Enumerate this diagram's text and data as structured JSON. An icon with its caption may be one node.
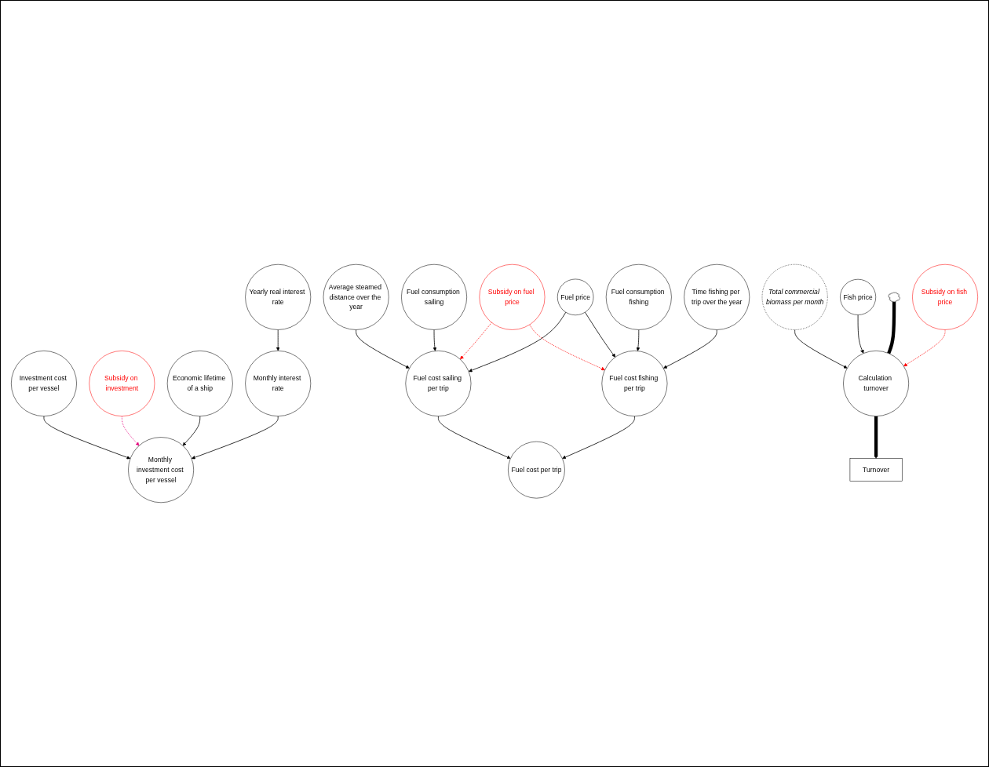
{
  "diagram": {
    "nodes": [
      {
        "text": [
          "Investment cost per vessel"
        ]
      },
      {
        "text": [
          "Subsidy on investment"
        ]
      },
      {
        "text": [
          "Economic lifetime of a ship"
        ]
      },
      {
        "text": [
          "Yearly real interest rate"
        ]
      },
      {
        "text": [
          "Monthly interest rate"
        ]
      },
      {
        "text": [
          "Monthly investment cost per vessel"
        ]
      },
      {
        "text": [
          "Average steamed distance over the year"
        ]
      },
      {
        "text": [
          "Fuel consumption sailing"
        ]
      },
      {
        "text": [
          "Fuel cost sailing per trip"
        ]
      },
      {
        "text": [
          "Subsidy on fuel price"
        ]
      },
      {
        "text": [
          "Fuel price"
        ]
      },
      {
        "text": [
          "Fuel cost per trip"
        ]
      },
      {
        "text": [
          "Fuel cost fishing per trip"
        ]
      },
      {
        "text": [
          "Fuel consumption fishing"
        ]
      },
      {
        "text": [
          "Time fishing per trip over the year"
        ]
      },
      {
        "text": [
          "Total commercial biomass per month"
        ]
      },
      {
        "text": [
          "Fish price"
        ]
      },
      {
        "text": [],
        "shape": "cloud"
      },
      {
        "text": [
          "Calculation turnover"
        ]
      },
      {
        "text": [
          "Turnover"
        ]
      },
      {
        "text": [
          "Subsidy on fish price"
        ]
      }
    ],
    "edges": [
      {
        "from": 0,
        "to": 5,
        "arrow": "to"
      },
      {
        "from": 1,
        "to": 5,
        "arrow": "to",
        "style": "dashed",
        "color": "#e6007e"
      },
      {
        "from": 2,
        "to": 5,
        "arrow": "to"
      },
      {
        "from": 3,
        "to": 4,
        "arrow": "to"
      },
      {
        "from": 4,
        "to": 5,
        "arrow": "to"
      },
      {
        "from": 6,
        "to": 8,
        "arrow": "to"
      },
      {
        "from": 7,
        "to": 8,
        "arrow": "to"
      },
      {
        "from": 9,
        "to": 8,
        "arrow": "to",
        "style": "dashed",
        "color": "#ff0000"
      },
      {
        "from": 10,
        "to": 8,
        "arrow": "to"
      },
      {
        "from": 10,
        "to": 12,
        "arrow": "to"
      },
      {
        "from": 9,
        "to": 12,
        "arrow": "to",
        "style": "dashed",
        "color": "#ff0000"
      },
      {
        "from": 8,
        "to": 11,
        "arrow": "to"
      },
      {
        "from": 12,
        "to": 11,
        "arrow": "to"
      },
      {
        "from": 13,
        "to": 12,
        "arrow": "to"
      },
      {
        "from": 14,
        "to": 12,
        "arrow": "to"
      },
      {
        "from": 15,
        "to": 18,
        "arrow": "to"
      },
      {
        "from": 16,
        "to": 18,
        "arrow": "to"
      },
      {
        "from": 17,
        "to": 18,
        "arrow": "none",
        "style": "thick"
      },
      {
        "from": 18,
        "to": 19,
        "arrow": "to",
        "style": "thick"
      },
      {
        "from": 20,
        "to": 18,
        "arrow": "to",
        "style": "dashed",
        "color": "#ff0000"
      }
    ]
  }
}
